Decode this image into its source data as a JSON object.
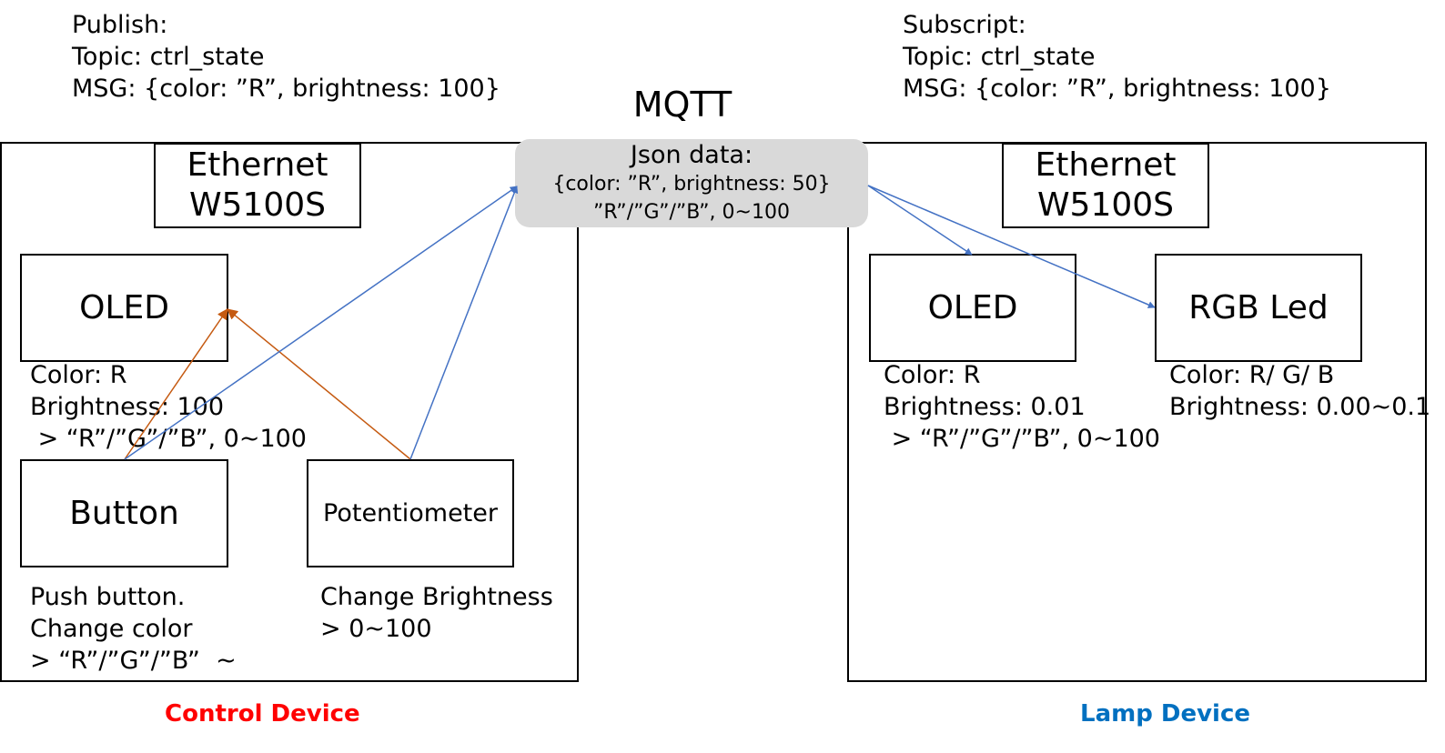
{
  "publish": {
    "line1": "Publish:",
    "line2": "Topic: ctrl_state",
    "line3": "MSG: {color: ”R”, brightness: 100}"
  },
  "subscript": {
    "line1": "Subscript:",
    "line2": "Topic: ctrl_state",
    "line3": "MSG: {color: ”R”, brightness: 100}"
  },
  "mqtt": {
    "title": "MQTT",
    "line1": "Json data:",
    "line2": "{color: ”R”, brightness: 50}",
    "line3": "”R”/”G”/”B”, 0~100"
  },
  "control": {
    "ethernet_line1": "Ethernet",
    "ethernet_line2": "W5100S",
    "oled_label": "OLED",
    "oled_notes": [
      "Color: R",
      "Brightness: 100",
      " > “R”/”G”/”B”, 0~100"
    ],
    "button_label": "Button",
    "button_notes": [
      "Push button.",
      "Change color",
      "> “R”/”G”/”B”  ~"
    ],
    "pot_label": "Potentiometer",
    "pot_notes": [
      "Change Brightness",
      "> 0~100"
    ],
    "device_label": "Control Device"
  },
  "lamp": {
    "ethernet_line1": "Ethernet",
    "ethernet_line2": "W5100S",
    "oled_label": "OLED",
    "oled_notes": [
      "Color: R",
      "Brightness: 0.01",
      " > “R”/”G”/”B”, 0~100"
    ],
    "rgb_label": "RGB Led",
    "rgb_notes": [
      "Color: R/ G/ B",
      "Brightness: 0.00~0.1"
    ],
    "device_label": "Lamp Device"
  },
  "colors": {
    "control_label": "#ff0000",
    "lamp_label": "#0070c0",
    "blue_arrow": "#4472c4",
    "orange_arrow": "#c55a11",
    "mqtt_fill": "#d9d9d9"
  }
}
